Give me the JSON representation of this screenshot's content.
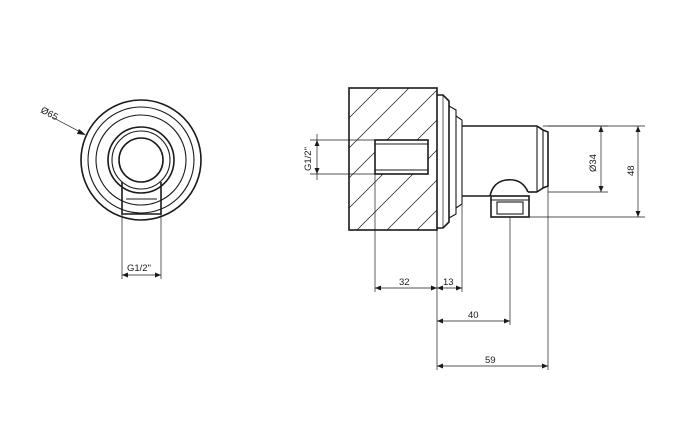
{
  "front_view": {
    "diameter_label": "Ø65",
    "thread_label": "G1/2\""
  },
  "side_view": {
    "thread_label": "G1/2\"",
    "diameter_label": "Ø34",
    "height_label": "48",
    "dim_wall_label": "32",
    "dim_plate_label": "13",
    "dim_outlet_label": "40",
    "dim_total_label": "59"
  },
  "colors": {
    "line": "#1a1a1a",
    "background": "#ffffff"
  }
}
